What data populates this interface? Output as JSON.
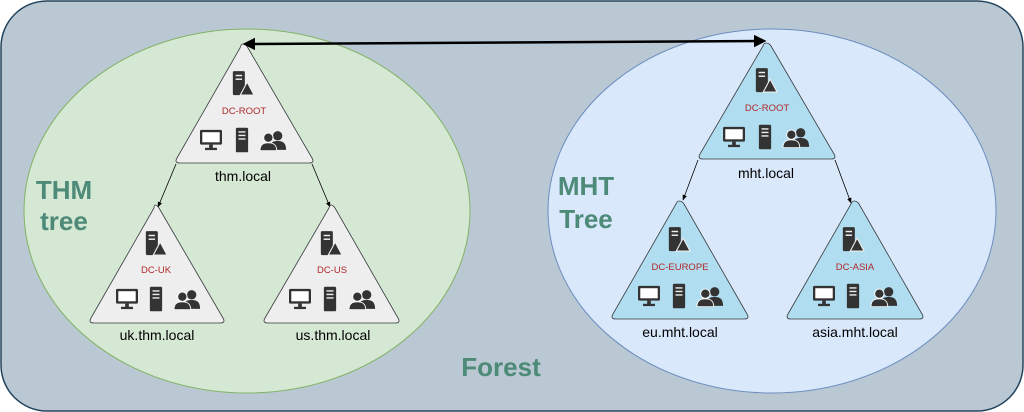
{
  "forest": {
    "label": "Forest",
    "colors": {
      "background": "#bac8d3",
      "border": "#23445d"
    }
  },
  "trees": [
    {
      "title_line1": "THM",
      "title_line2": "tree",
      "colors": {
        "fill": "#d5e8d4",
        "stroke": "#82b366",
        "node_fill": "#eeeeee"
      },
      "nodes": [
        {
          "dc": "DC-ROOT",
          "domain": "thm.local"
        },
        {
          "dc": "DC-UK",
          "domain": "uk.thm.local"
        },
        {
          "dc": "DC-US",
          "domain": "us.thm.local"
        }
      ]
    },
    {
      "title_line1": "MHT",
      "title_line2": "Tree",
      "colors": {
        "fill": "#dae8fc",
        "stroke": "#6c8ebf",
        "node_fill": "#b1ddf0"
      },
      "nodes": [
        {
          "dc": "DC-ROOT",
          "domain": "mht.local"
        },
        {
          "dc": "DC-EUROPE",
          "domain": "eu.mht.local"
        },
        {
          "dc": "DC-ASIA",
          "domain": "asia.mht.local"
        }
      ]
    }
  ],
  "icons": [
    "server-warning-icon",
    "monitor-icon",
    "server-icon",
    "users-icon"
  ],
  "trust_link": {
    "type": "two-way",
    "color": "#000000"
  }
}
